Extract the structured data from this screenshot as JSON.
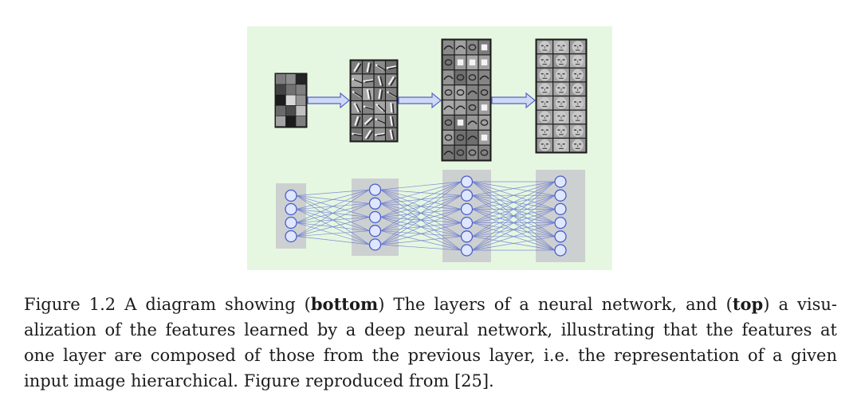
{
  "figure": {
    "layers": [
      {
        "grid_cols": 3,
        "grid_rows": 5,
        "neurons": 4
      },
      {
        "grid_cols": 4,
        "grid_rows": 6,
        "neurons": 5
      },
      {
        "grid_cols": 4,
        "grid_rows": 8,
        "neurons": 6
      },
      {
        "grid_cols": 3,
        "grid_rows": 8,
        "neurons": 6
      }
    ],
    "colors": {
      "panel_background": "#e6f7e1",
      "layer_box": "#cdd0d0",
      "neuron_stroke": "#4a5fc8",
      "neuron_fill": "#dfe6ff",
      "connection": "#6a7ad0",
      "arrow_fill": "#cfd9f5",
      "arrow_stroke": "#5566c2"
    }
  },
  "caption": {
    "figure_label": "Figure 1.2",
    "part1": "A diagram showing (",
    "bottom": "bottom",
    "part2": ") The layers of a neural network, and (",
    "top": "top",
    "part3": ") a visu-",
    "line2": "alization of the features learned by a deep neural network, illustrating that the features at",
    "line3": "one layer are composed of those from the previous layer, i.e.  the representation of a given",
    "line4": "input image hierarchical. Figure reproduced from [25]."
  }
}
